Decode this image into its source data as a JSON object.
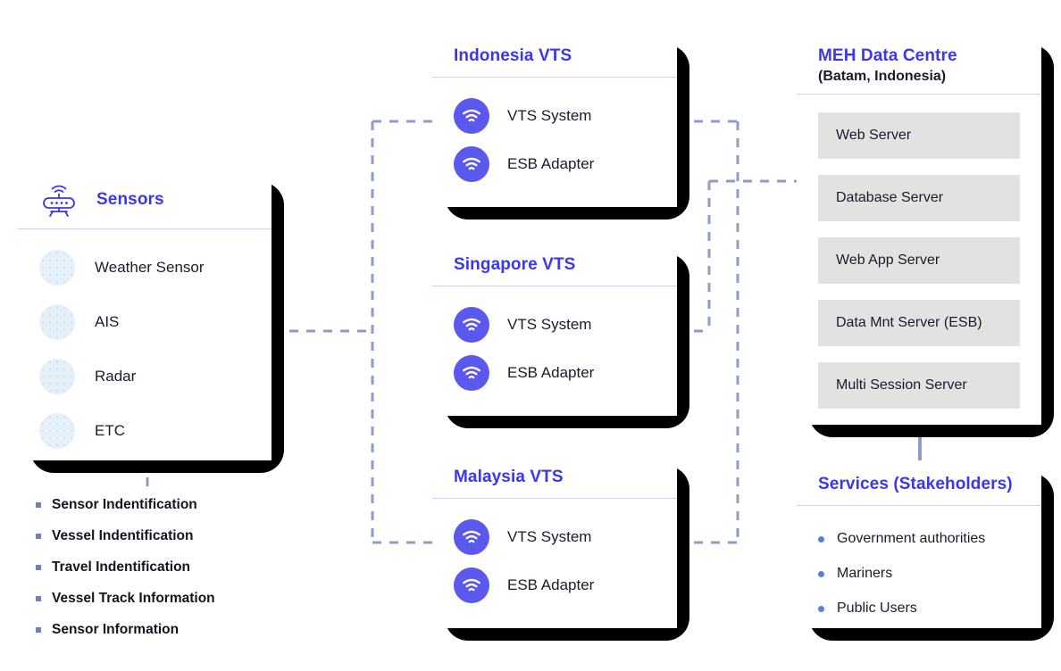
{
  "theme": {
    "accent_blue": "#3b36f0",
    "badge_blue": "#5b58ee",
    "pill_grey": "#e2e2e2",
    "dot_blue": "#e6f0fb",
    "connector_blue": "#8e9ccb",
    "shadow_black": "#000000",
    "text_dark": "#1b1c2b"
  },
  "sensors_card": {
    "title": "Sensors",
    "icon": "router-sensor-icon",
    "items": [
      {
        "label": "Weather Sensor",
        "icon": "sensor-dot-icon"
      },
      {
        "label": "AIS",
        "icon": "sensor-dot-icon"
      },
      {
        "label": "Radar",
        "icon": "sensor-dot-icon"
      },
      {
        "label": "ETC",
        "icon": "sensor-dot-icon"
      }
    ]
  },
  "info_list": {
    "items": [
      "Sensor Indentification",
      "Vessel Indentification",
      "Travel Indentification",
      "Vessel Track Information",
      "Sensor Information"
    ]
  },
  "vts_cards": [
    {
      "title": "Indonesia VTS",
      "rows": [
        {
          "label": "VTS System",
          "icon": "wifi-icon"
        },
        {
          "label": "ESB Adapter",
          "icon": "wifi-icon"
        }
      ]
    },
    {
      "title": "Singapore VTS",
      "rows": [
        {
          "label": "VTS System",
          "icon": "wifi-icon"
        },
        {
          "label": "ESB Adapter",
          "icon": "wifi-icon"
        }
      ]
    },
    {
      "title": "Malaysia VTS",
      "rows": [
        {
          "label": "VTS System",
          "icon": "wifi-icon"
        },
        {
          "label": "ESB Adapter",
          "icon": "wifi-icon"
        }
      ]
    }
  ],
  "data_centre": {
    "title": "MEH Data Centre",
    "subtitle": "(Batam, Indonesia)",
    "servers": [
      "Web Server",
      "Database Server",
      "Web App Server",
      "Data Mnt Server (ESB)",
      "Multi Session Server"
    ]
  },
  "services": {
    "title": "Services (Stakeholders)",
    "items": [
      "Government authorities",
      "Mariners",
      "Public Users"
    ]
  }
}
